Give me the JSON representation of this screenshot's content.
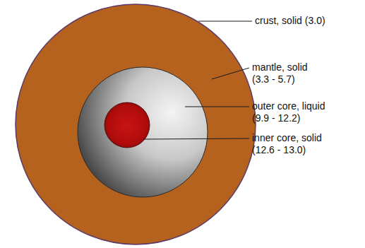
{
  "diagram": {
    "labels": [
      "crust, solid (3.0)",
      "mantle, solid",
      "(3.3 - 5.7)",
      "outer core, liquid",
      "(9.9 - 12.2)",
      "inner core, solid",
      "(12.6 - 13.0)"
    ]
  }
}
